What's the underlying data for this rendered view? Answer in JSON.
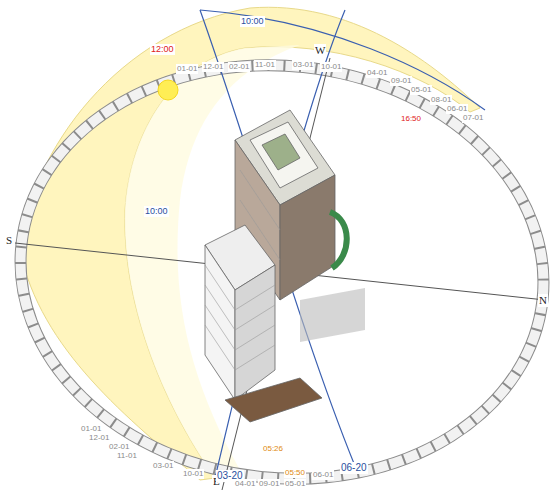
{
  "diagram": {
    "labels": [
      "10:00",
      "12:00",
      "W",
      "01-01",
      "12-01",
      "02-01",
      "11-01",
      "03-01",
      "10-01",
      "04-01",
      "09-01",
      "05-01",
      "08-01",
      "06-01",
      "07-01",
      "16:50",
      "10:00",
      "S",
      "N",
      "E",
      "01-01",
      "12-01",
      "02-01",
      "11-01",
      "03-01",
      "10-01",
      "03-20",
      "04-01",
      "09-01",
      "05:26",
      "05-01",
      "05:50",
      "06-01",
      "06-20"
    ]
  }
}
